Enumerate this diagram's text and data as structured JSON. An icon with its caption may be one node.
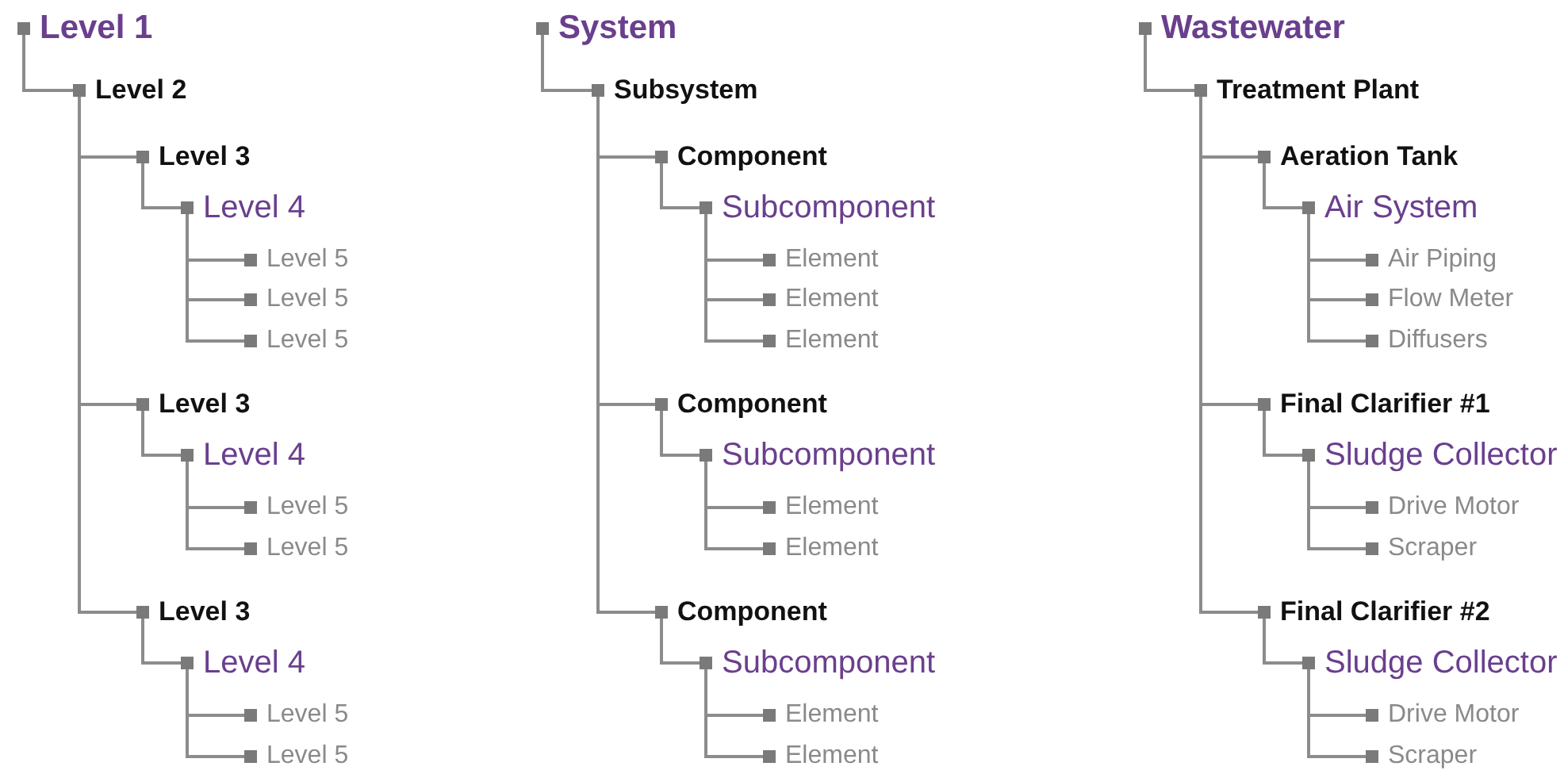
{
  "diagram": {
    "nodes": [
      {
        "text": [
          "Level 1"
        ]
      },
      {
        "text": [
          "Level 2"
        ]
      },
      {
        "text": [
          "Level 3"
        ]
      },
      {
        "text": [
          "Level 4"
        ]
      },
      {
        "text": [
          "Level 5"
        ]
      },
      {
        "text": [
          "Level 5"
        ]
      },
      {
        "text": [
          "Level 5"
        ]
      },
      {
        "text": [
          "Level 3"
        ]
      },
      {
        "text": [
          "Level 4"
        ]
      },
      {
        "text": [
          "Level 5"
        ]
      },
      {
        "text": [
          "Level 5"
        ]
      },
      {
        "text": [
          "Level 3"
        ]
      },
      {
        "text": [
          "Level 4"
        ]
      },
      {
        "text": [
          "Level 5"
        ]
      },
      {
        "text": [
          "Level 5"
        ]
      },
      {
        "text": [
          "System"
        ]
      },
      {
        "text": [
          "Subsystem"
        ]
      },
      {
        "text": [
          "Component"
        ]
      },
      {
        "text": [
          "Subcomponent"
        ]
      },
      {
        "text": [
          "Element"
        ]
      },
      {
        "text": [
          "Element"
        ]
      },
      {
        "text": [
          "Element"
        ]
      },
      {
        "text": [
          "Component"
        ]
      },
      {
        "text": [
          "Subcomponent"
        ]
      },
      {
        "text": [
          "Element"
        ]
      },
      {
        "text": [
          "Element"
        ]
      },
      {
        "text": [
          "Component"
        ]
      },
      {
        "text": [
          "Subcomponent"
        ]
      },
      {
        "text": [
          "Element"
        ]
      },
      {
        "text": [
          "Element"
        ]
      },
      {
        "text": [
          "Wastewater"
        ]
      },
      {
        "text": [
          "Treatment Plant"
        ]
      },
      {
        "text": [
          "Aeration Tank"
        ]
      },
      {
        "text": [
          "Air System"
        ]
      },
      {
        "text": [
          "Air Piping"
        ]
      },
      {
        "text": [
          "Flow Meter"
        ]
      },
      {
        "text": [
          "Diffusers"
        ]
      },
      {
        "text": [
          "Final Clarifier #1"
        ]
      },
      {
        "text": [
          "Sludge Collector"
        ]
      },
      {
        "text": [
          "Drive Motor"
        ]
      },
      {
        "text": [
          "Scraper"
        ]
      },
      {
        "text": [
          "Final Clarifier #2"
        ]
      },
      {
        "text": [
          "Sludge Collector"
        ]
      },
      {
        "text": [
          "Drive Motor"
        ]
      },
      {
        "text": [
          "Scraper"
        ]
      }
    ],
    "edges": [
      {
        "from": 0,
        "to": 1,
        "arrow": "none"
      },
      {
        "from": 1,
        "to": 2,
        "arrow": "none"
      },
      {
        "from": 2,
        "to": 3,
        "arrow": "none"
      },
      {
        "from": 3,
        "to": 4,
        "arrow": "none"
      },
      {
        "from": 3,
        "to": 5,
        "arrow": "none"
      },
      {
        "from": 3,
        "to": 6,
        "arrow": "none"
      },
      {
        "from": 1,
        "to": 7,
        "arrow": "none"
      },
      {
        "from": 7,
        "to": 8,
        "arrow": "none"
      },
      {
        "from": 8,
        "to": 9,
        "arrow": "none"
      },
      {
        "from": 8,
        "to": 10,
        "arrow": "none"
      },
      {
        "from": 1,
        "to": 11,
        "arrow": "none"
      },
      {
        "from": 11,
        "to": 12,
        "arrow": "none"
      },
      {
        "from": 12,
        "to": 13,
        "arrow": "none"
      },
      {
        "from": 12,
        "to": 14,
        "arrow": "none"
      },
      {
        "from": 15,
        "to": 16,
        "arrow": "none"
      },
      {
        "from": 16,
        "to": 17,
        "arrow": "none"
      },
      {
        "from": 17,
        "to": 18,
        "arrow": "none"
      },
      {
        "from": 18,
        "to": 19,
        "arrow": "none"
      },
      {
        "from": 18,
        "to": 20,
        "arrow": "none"
      },
      {
        "from": 18,
        "to": 21,
        "arrow": "none"
      },
      {
        "from": 16,
        "to": 22,
        "arrow": "none"
      },
      {
        "from": 22,
        "to": 23,
        "arrow": "none"
      },
      {
        "from": 23,
        "to": 24,
        "arrow": "none"
      },
      {
        "from": 23,
        "to": 25,
        "arrow": "none"
      },
      {
        "from": 16,
        "to": 26,
        "arrow": "none"
      },
      {
        "from": 26,
        "to": 27,
        "arrow": "none"
      },
      {
        "from": 27,
        "to": 28,
        "arrow": "none"
      },
      {
        "from": 27,
        "to": 29,
        "arrow": "none"
      },
      {
        "from": 30,
        "to": 31,
        "arrow": "none"
      },
      {
        "from": 31,
        "to": 32,
        "arrow": "none"
      },
      {
        "from": 32,
        "to": 33,
        "arrow": "none"
      },
      {
        "from": 33,
        "to": 34,
        "arrow": "none"
      },
      {
        "from": 33,
        "to": 35,
        "arrow": "none"
      },
      {
        "from": 33,
        "to": 36,
        "arrow": "none"
      },
      {
        "from": 31,
        "to": 37,
        "arrow": "none"
      },
      {
        "from": 37,
        "to": 38,
        "arrow": "none"
      },
      {
        "from": 38,
        "to": 39,
        "arrow": "none"
      },
      {
        "from": 38,
        "to": 40,
        "arrow": "none"
      },
      {
        "from": 31,
        "to": 41,
        "arrow": "none"
      },
      {
        "from": 41,
        "to": 42,
        "arrow": "none"
      },
      {
        "from": 42,
        "to": 43,
        "arrow": "none"
      },
      {
        "from": 42,
        "to": 44,
        "arrow": "none"
      }
    ]
  }
}
